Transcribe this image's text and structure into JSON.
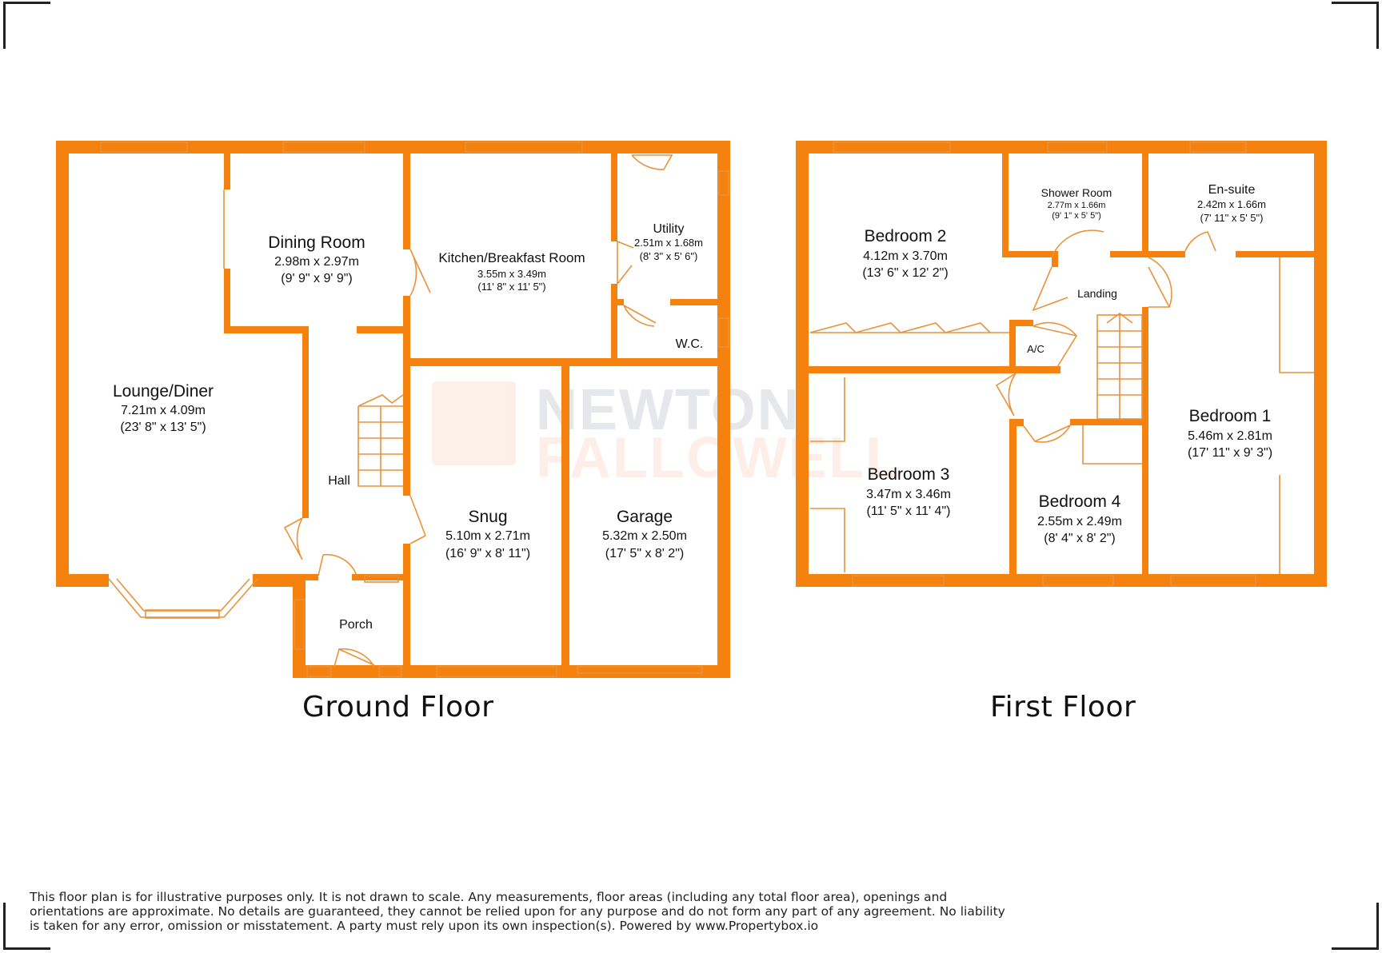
{
  "brand": {
    "wall_color": "#f5820f",
    "fixture_color": "#e8923a",
    "watermark_line1": "NEWTON",
    "watermark_line2": "FALLOWELL"
  },
  "ground_floor": {
    "title": "Ground Floor",
    "rooms": {
      "lounge": {
        "name": "Lounge/Diner",
        "metric": "7.21m x 4.09m",
        "imperial": "(23' 8\" x 13' 5\")"
      },
      "dining": {
        "name": "Dining Room",
        "metric": "2.98m x 2.97m",
        "imperial": "(9' 9\" x 9' 9\")"
      },
      "kitchen": {
        "name": "Kitchen/Breakfast Room",
        "metric": "3.55m x 3.49m",
        "imperial": "(11' 8\" x 11' 5\")"
      },
      "utility": {
        "name": "Utility",
        "metric": "2.51m x 1.68m",
        "imperial": "(8' 3\" x 5' 6\")"
      },
      "wc": {
        "name": "W.C."
      },
      "hall": {
        "name": "Hall"
      },
      "porch": {
        "name": "Porch"
      },
      "snug": {
        "name": "Snug",
        "metric": "5.10m x 2.71m",
        "imperial": "(16' 9\" x 8' 11\")"
      },
      "garage": {
        "name": "Garage",
        "metric": "5.32m x 2.50m",
        "imperial": "(17' 5\" x 8' 2\")"
      }
    }
  },
  "first_floor": {
    "title": "First Floor",
    "rooms": {
      "bedroom2": {
        "name": "Bedroom 2",
        "metric": "4.12m x 3.70m",
        "imperial": "(13' 6\" x 12' 2\")"
      },
      "shower": {
        "name": "Shower Room",
        "metric": "2.77m x 1.66m",
        "imperial": "(9' 1\" x 5' 5\")"
      },
      "ensuite": {
        "name": "En-suite",
        "metric": "2.42m x 1.66m",
        "imperial": "(7' 11\" x 5' 5\")"
      },
      "landing": {
        "name": "Landing"
      },
      "ac": {
        "name": "A/C"
      },
      "bedroom1": {
        "name": "Bedroom 1",
        "metric": "5.46m x 2.81m",
        "imperial": "(17' 11\" x 9' 3\")"
      },
      "bedroom3": {
        "name": "Bedroom 3",
        "metric": "3.47m x 3.46m",
        "imperial": "(11' 5\" x 11' 4\")"
      },
      "bedroom4": {
        "name": "Bedroom 4",
        "metric": "2.55m x 2.49m",
        "imperial": "(8' 4\" x 8' 2\")"
      }
    }
  },
  "disclaimer": "This floor plan is for illustrative purposes only. It is not drawn to scale. Any measurements, floor areas (including any total floor area), openings and orientations are approximate. No details are guaranteed, they cannot be relied upon for any purpose and do not form any part of any agreement. No liability is taken for any error, omission or misstatement. A party must rely upon its own inspection(s). Powered by www.Propertybox.io"
}
